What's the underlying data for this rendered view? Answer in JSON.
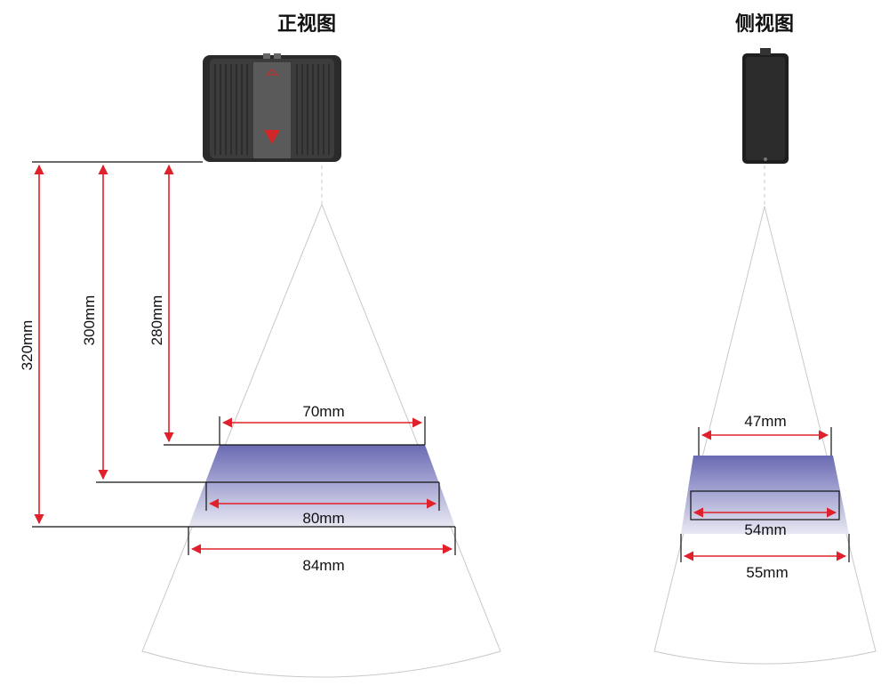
{
  "front_view": {
    "title": "正视图",
    "distances": [
      "280mm",
      "300mm",
      "320mm"
    ],
    "widths": [
      "70mm",
      "80mm",
      "84mm"
    ]
  },
  "side_view": {
    "title": "侧视图",
    "widths": [
      "47mm",
      "54mm",
      "55mm"
    ]
  },
  "colors": {
    "dimension_line": "#e0202a",
    "field_band_top": "#6a6ab4",
    "field_band_bottom": "#e8e8f4",
    "camera_body": "#2a2a2a",
    "camera_accent": "#d02828"
  },
  "icons": [
    "camera-front-icon",
    "camera-side-icon",
    "camera-logo-icon"
  ]
}
